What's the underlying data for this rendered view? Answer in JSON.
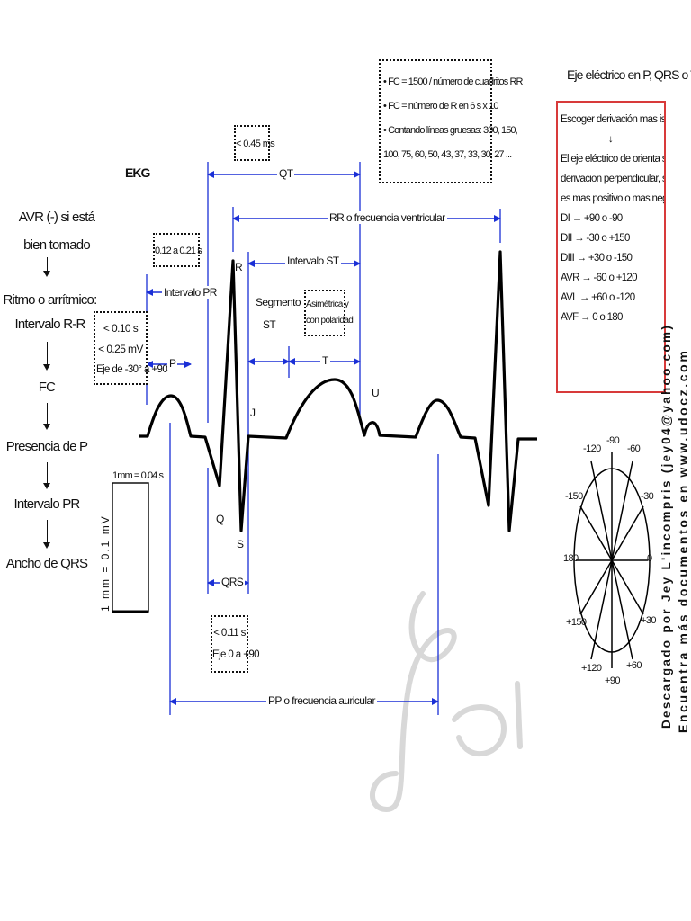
{
  "title": "EKG",
  "flow": {
    "items": [
      "AVR (-) si está bien tomado",
      "Ritmo o arrítmico: Intervalo R-R",
      "FC",
      "Presencia de P",
      "Intervalo PR",
      "Ancho de QRS"
    ]
  },
  "p_box": [
    "< 0.10 s",
    "< 0.25 mV",
    "Eje de -30° a +90°"
  ],
  "pr_box": "0.12 a 0.21 s",
  "qt_box": "< 0.45 ms",
  "qrs_box": [
    "< 0.11 s",
    "Eje 0 a +90"
  ],
  "st_note": [
    "Asimétrica y",
    "con polaridad"
  ],
  "fc_box": [
    "FC = 1500 / número de cuadritos RR",
    "FC = número de R en 6 s x 10",
    "Contando líneas gruesas: 300, 150,",
    "100, 75, 60, 50, 43, 37, 33, 30, 27 ..."
  ],
  "intervals": {
    "qt": "QT",
    "rr": "RR o frecuencia ventricular",
    "intervalo_st": "Intervalo ST",
    "intervalo_pr": "Intervalo PR",
    "segmento_st": [
      "Segmento",
      "ST"
    ],
    "p": "P",
    "t": "T",
    "qrs": "QRS",
    "pp": "PP o frecuencia auricular"
  },
  "waves": {
    "r": "R",
    "q": "Q",
    "s": "S",
    "j": "J",
    "u": "U"
  },
  "calibration": {
    "time": "1mm = 0.04 s",
    "voltage": "1 mm = 0.1 mV"
  },
  "axis_section": {
    "heading": "Eje eléctrico en P, QRS o T",
    "lines": [
      "Escoger derivación mas isodifásica",
      "↓",
      "El eje eléctrico de orienta según la",
      "derivacion perpendicular, si su voltaje",
      "es mas positivo o mas negativo:",
      "DI → +90 o -90",
      "DII → -30 o +150",
      "DIII → +30 o -150",
      "AVR → -60 o +120",
      "AVL → +60 o -120",
      "AVF → 0 o 180"
    ]
  },
  "hexaxial": [
    "-90",
    "-60",
    "-30",
    "0",
    "+30",
    "+60",
    "+90",
    "+120",
    "+150",
    "180",
    "-150",
    "-120"
  ],
  "credit": {
    "line1": "Descargado por Jey L'incompris (jey04@yahoo.com)",
    "line2": "Encuentra más documentos en www.udocz.com"
  },
  "colors": {
    "interval_arrows": "#1a2fd6",
    "axis_box_border": "#d83a3a",
    "trace": "#000000"
  }
}
